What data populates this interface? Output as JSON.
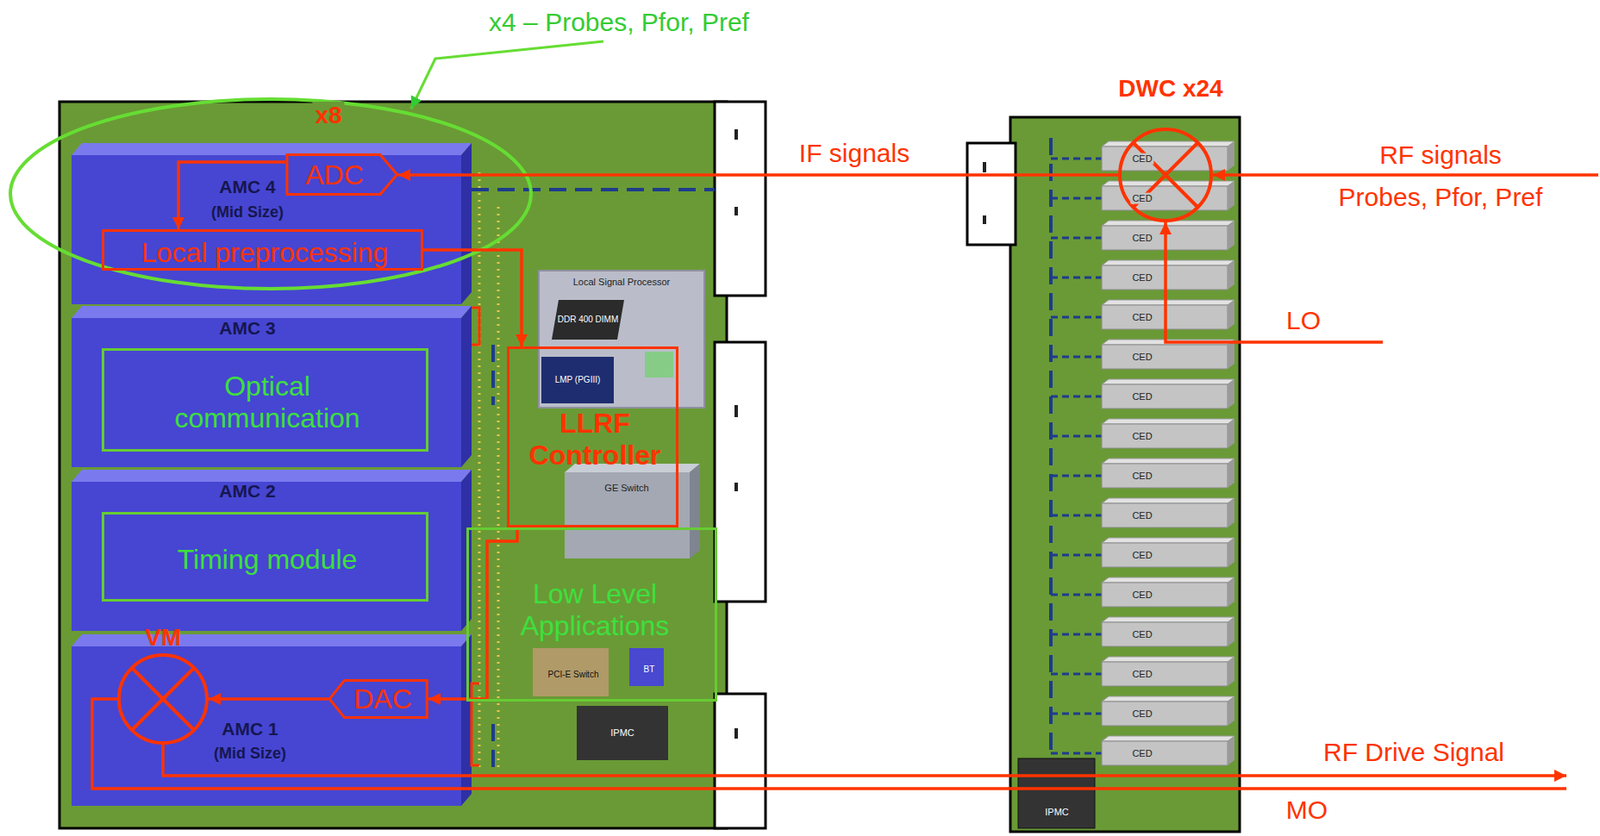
{
  "diagram": {
    "nodes": [
      {
        "text": [
          "AMC 4",
          "(Mid Size)"
        ]
      },
      {
        "text": [
          "ADC"
        ],
        "in": 0
      },
      {
        "text": [
          "Local preprocessing"
        ],
        "in": 0
      },
      {
        "text": [
          "AMC 3"
        ]
      },
      {
        "text": [
          "Optical communication"
        ],
        "in": 3
      },
      {
        "text": [
          "AMC 2"
        ]
      },
      {
        "text": [
          "Timing module"
        ],
        "in": 5
      },
      {
        "text": [
          "AMC 1",
          "(Mid Size)"
        ]
      },
      {
        "text": [
          "VM"
        ],
        "in": 7
      },
      {
        "text": [
          "DAC"
        ],
        "in": 7
      },
      {
        "text": [
          "Local Signal Processor"
        ]
      },
      {
        "text": [
          "DDR 400 DIMM"
        ],
        "in": 10
      },
      {
        "text": [
          "LMP (PGIII)"
        ],
        "in": 10
      },
      {
        "text": [
          "LLRF Controller"
        ]
      },
      {
        "text": [
          "GE Switch"
        ]
      },
      {
        "text": [
          "Low Level Applications"
        ]
      },
      {
        "text": [
          "PCI-E Switch"
        ],
        "in": 15
      },
      {
        "text": [
          "BT"
        ],
        "in": 15
      },
      {
        "text": [
          "IPMC"
        ]
      },
      {
        "text": [
          "DWC x24"
        ]
      },
      {
        "text": [
          "CED"
        ],
        "in": 19
      },
      {
        "text": [
          "CED"
        ],
        "in": 19
      },
      {
        "text": [
          "CED"
        ],
        "in": 19
      },
      {
        "text": [
          "CED"
        ],
        "in": 19
      },
      {
        "text": [
          "CED"
        ],
        "in": 19
      },
      {
        "text": [
          "CED"
        ],
        "in": 19
      },
      {
        "text": [
          "CED"
        ],
        "in": 19
      },
      {
        "text": [
          "CED"
        ],
        "in": 19
      },
      {
        "text": [
          "CED"
        ],
        "in": 19
      },
      {
        "text": [
          "CED"
        ],
        "in": 19
      },
      {
        "text": [
          "CED"
        ],
        "in": 19
      },
      {
        "text": [
          "CED"
        ],
        "in": 19
      },
      {
        "text": [
          "CED"
        ],
        "in": 19
      },
      {
        "text": [
          "CED"
        ],
        "in": 19
      },
      {
        "text": [
          "CED"
        ],
        "in": 19
      },
      {
        "text": [
          "CED"
        ],
        "in": 19
      },
      {
        "text": [
          "IPMC"
        ],
        "in": 19
      }
    ],
    "edges": [
      {
        "from": 1,
        "to": 2,
        "arrow": "to"
      },
      {
        "from": 2,
        "to": 13,
        "arrow": "to"
      },
      {
        "from": 13,
        "to": 9,
        "arrow": "to"
      },
      {
        "from": 9,
        "to": 8,
        "arrow": "to"
      },
      {
        "from": 19,
        "to": 1,
        "label": "IF signals",
        "arrow": "to"
      }
    ],
    "labels": [
      "x8",
      "x4 – Probes, Pfor, Pref",
      "RF signals",
      "Probes, Pfor, Pref",
      "LO",
      "RF Drive Signal",
      "MO"
    ]
  }
}
